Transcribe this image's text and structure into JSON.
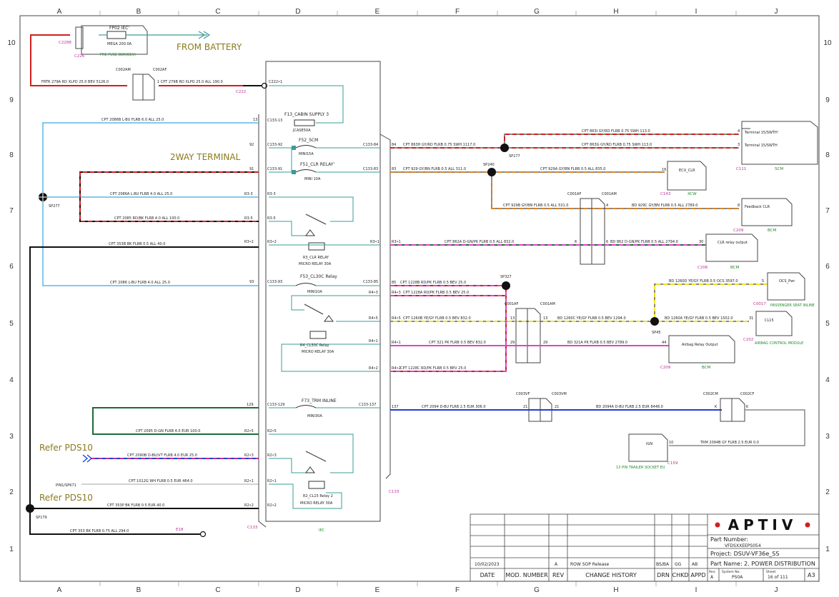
{
  "grid": {
    "columns": [
      "A",
      "B",
      "C",
      "D",
      "E",
      "F",
      "G",
      "H",
      "I",
      "J"
    ],
    "rows": [
      "10",
      "9",
      "8",
      "7",
      "6",
      "5",
      "4",
      "3",
      "2",
      "1"
    ]
  },
  "headings": {
    "from_battery": "FROM BATTERY",
    "two_way_terminal": "2WAY TERMINAL",
    "refer_pds10_a": "Refer PDS10",
    "refer_pds10_b": "Refer PDS10"
  },
  "colors": {
    "red": "#d01f1f",
    "black": "#111111",
    "cyan": "#5cb6e6",
    "teal": "#3a9c96",
    "green": "#1e6b3a",
    "blue": "#1f3fd6",
    "yellow": "#f2e21c",
    "orange": "#d8842a",
    "pink": "#d946c8",
    "magenta": "#c0309c",
    "olive": "#8a7a1e",
    "label_green": "#1f8a2c"
  },
  "wires": [
    {
      "id": "w1",
      "label": "FRTR  279A  RD  XLPO  25.0  BEV  5126.0"
    },
    {
      "id": "w2",
      "label": "1  CPT  279B  RD  XLPO  25.0  ALL  190.0"
    },
    {
      "id": "w3",
      "label": "CPT  2086B  L-BU  FLRB  6.0  ALL  25.0"
    },
    {
      "id": "w4",
      "label": "CPT  2086A  L-BU  FLRB  4.0  ALL  25.0"
    },
    {
      "id": "w5",
      "label": "CPT  2085  RD/BK  FLRB  4.0  ALL  100.0"
    },
    {
      "id": "w6",
      "label": "CPT  353B  BK  FLRB  0.5  ALL  40.0"
    },
    {
      "id": "w7",
      "label": "CPT  2086  L-BU  FLRB  4.0  ALL  25.0"
    },
    {
      "id": "w8",
      "label": "CPT  2095  D-GN  FLRB  4.0  EUR  100.0"
    },
    {
      "id": "w9",
      "label": "CPT  2090B  D-BU/VT  FLRB  4.0  EUR  25.0"
    },
    {
      "id": "w10",
      "label": "CPT  1012G  WH  FLRB  0.5  EUR  464.0"
    },
    {
      "id": "w11",
      "label": "CPT  353P  BK  FLRB  0.5  EUR  40.0"
    },
    {
      "id": "w12",
      "label": "CPT  353  BK  FLRB  0.75  ALL  294.0"
    },
    {
      "id": "w13",
      "label": "CPT  863H  GY/RD  FLRB  0.75  SWH  1117.0"
    },
    {
      "id": "w14",
      "label": "CPT  863I  GY/RD  FLRB  0.75  SWH  113.0"
    },
    {
      "id": "w15",
      "label": "CPT  863G  GY/RD  FLRB  0.75  SWH  113.0"
    },
    {
      "id": "w16",
      "label": "CPT  929  GY/BN  FLRB  0.5  ALL  311.0"
    },
    {
      "id": "w17",
      "label": "CPT  929A  GY/BN  FLRB  0.5  ALL  835.0"
    },
    {
      "id": "w18",
      "label": "CPT  929B  GY/BN  FLRB  0.5  ALL  531.0"
    },
    {
      "id": "w19",
      "label": "BD  929C  GY/BN  FLRB  0.5  ALL  2789.0"
    },
    {
      "id": "w20",
      "label": "CPT  862A  D-GN/PK  FLRB  0.5  ALL  832.0"
    },
    {
      "id": "w21",
      "label": "BD  862  D-GN/PK  FLRB  0.5  ALL  2794.0"
    },
    {
      "id": "w22",
      "label": "CPT  1228B  RD/PK  FLRB  0.5  BEV  25.0"
    },
    {
      "id": "w23",
      "label": "CPT  1228A  RD/PK  FLRB  0.5  BEV  25.0"
    },
    {
      "id": "w24",
      "label": "CPT  1260B  YE/GY  FLRB  0.5  BEV  832.0"
    },
    {
      "id": "w25",
      "label": "BD  1260C  YE/GY  FLRB  0.5  BEV  1294.0"
    },
    {
      "id": "w26",
      "label": "BD  1260A  YE/GY  FLRB  0.5  BEV  1502.0"
    },
    {
      "id": "w27",
      "label": "BD  1260D  YE/GY  FLRB  0.5  OCS  3597.0"
    },
    {
      "id": "w28",
      "label": "CPT  321  PK  FLRB  0.5  BEV  832.0"
    },
    {
      "id": "w29",
      "label": "BD  321A  PK  FLRB  0.5  BEV  2789.0"
    },
    {
      "id": "w30",
      "label": "CPT  1228C  RD/PK  FLRB  0.5  BEV  25.0"
    },
    {
      "id": "w31",
      "label": "CPT  2094  D-BU  FLRB  2.5  EUR  306.0"
    },
    {
      "id": "w32",
      "label": "BD  2094A  D-BU  FLRB  2.5  EUR  8448.0"
    },
    {
      "id": "w33",
      "label": "TRM  2094B  GY  FLRB  2.5  EUR  0.0"
    }
  ],
  "components": {
    "fp02": "FP02 IEC'",
    "mega": "MEGA 200.0A",
    "pre_fuse": "PRE FUSE BOX(BEV)",
    "c226": "C226",
    "c2288": "C2288",
    "c002am": "C002AM",
    "c002af": "C002AF",
    "c222": "C222",
    "c222_1": "C222•1",
    "f13": "F13_CABIN SUPPLY 3",
    "f13_sub": "JCASE50A",
    "f52": "F52_SCM",
    "f52_sub": "MINI15A",
    "f51": "F51_CLR RELAY'",
    "f51_sub": "MINI 10A",
    "r3": "R3_CLR RELAY",
    "r3_sub": "MICRO RELAY 30A",
    "f53": "F53_CL30C Relay",
    "f53_sub": "MINI10A",
    "r4": "R4_CL30C Relay",
    "r4_sub": "MICRO RELAY 30A",
    "f73": "F73_TRM INLINE",
    "f73_sub": "MINI30A",
    "r2": "R2_CL15 Relay 2",
    "r2_sub": "MICRO RELAY 30A",
    "iec": "IEC",
    "c133": "C133",
    "sp177": "SP177",
    "sp240": "SP240",
    "sp277": "SP277",
    "sp327": "SP327",
    "sp45": "SP45",
    "sp179": "SP179",
    "term15_swh_prime": "Terminal 15/SWTH'",
    "term15_swh": "Terminal 15/SWTH",
    "c111": "C111",
    "scm": "SCM",
    "ecu_clr": "ECU_CLR",
    "c143": "C143",
    "xcw": "XCW",
    "c001af": "C001AF",
    "c001am": "C001AM",
    "feedback_clr": "Feedback CLR",
    "c209": "C209",
    "bcm": "BCM",
    "clr_relay_output": "CLR relay output",
    "c206": "C206",
    "ocs_pwr": "OCS_Pwr",
    "c0017": "C0017",
    "passenger_seat": "PASSENGER SEAT INLINE",
    "cl15": "CL15",
    "c202": "C202",
    "airbag_ctrl": "AIRBAG CONTROL MODULE",
    "airbag_relay_output": "Airbag Relay Output",
    "c003vf": "C003VF",
    "c003vm": "C003VM",
    "c002cm": "C002CM",
    "c002cf": "C002CF",
    "ign": "IGN",
    "c159": "C159",
    "trailer_socket": "13 PIN TRAILER SOCKET EU",
    "pin1_sp671": "PIN1/SP671",
    "e18": "E18"
  },
  "pins": {
    "p1": "1",
    "p2": "2",
    "p3": "3",
    "p4": "4",
    "p6": "6",
    "p8": "8",
    "p10": "10",
    "p13": "13",
    "p16": "16",
    "p21": "21",
    "p29": "29",
    "p30": "30",
    "p31": "31",
    "p44": "44",
    "p5": "5",
    "pK": "K",
    "c133_13": "C133-13",
    "c133_92": "C133-92",
    "c133_91": "C133-91",
    "c133_84": "C133-84",
    "c133_83": "C133-83",
    "c133_93": "C133-93",
    "c133_85": "C133-85",
    "c133_129": "C133-129",
    "c133_137": "C133-137",
    "r3_3": "R3-3",
    "r3_5": "R3-5",
    "r3_2": "R3•2",
    "r3_1": "R3•1",
    "r4_3": "R4•3",
    "r4_5": "R4•5",
    "r4_1": "R4•1",
    "r4_2": "R4•2",
    "r2_5": "R2•5",
    "r2_3": "R2•3",
    "r2_1": "R2•1",
    "r2_2": "R2•2",
    "n13": "13",
    "n92": "92",
    "n91": "91",
    "n93": "93",
    "n129": "129",
    "n84": "84",
    "n83": "83",
    "n85": "85",
    "n137": "137"
  },
  "title_block": {
    "logo": "APTIV",
    "part_number_label": "Part Number:",
    "part_number": "VFDSXXEEPS054",
    "project": "Project: DSUV-VF36e_SS",
    "part_name": "Part Name:  2. POWER DISTRIBUTION",
    "date_val": "10/02/2023",
    "rev_val": "A",
    "change_val": "ROW SOP Release",
    "drn_val": "BS/BA",
    "chkd_val": "GG",
    "appd_val": "AB",
    "date": "DATE",
    "mod": "MOD. NUMBER",
    "rev": "REV",
    "change": "CHANGE HISTORY",
    "drn": "DRN",
    "chkd": "CHKD",
    "appd": "APPD",
    "rev_small": "Rev:",
    "rev_small_val": "A",
    "system_no": "System No:",
    "system_no_val": "PS0A",
    "sheet": "Sheet:",
    "sheet_val": "16  of 111",
    "size": "A3"
  }
}
